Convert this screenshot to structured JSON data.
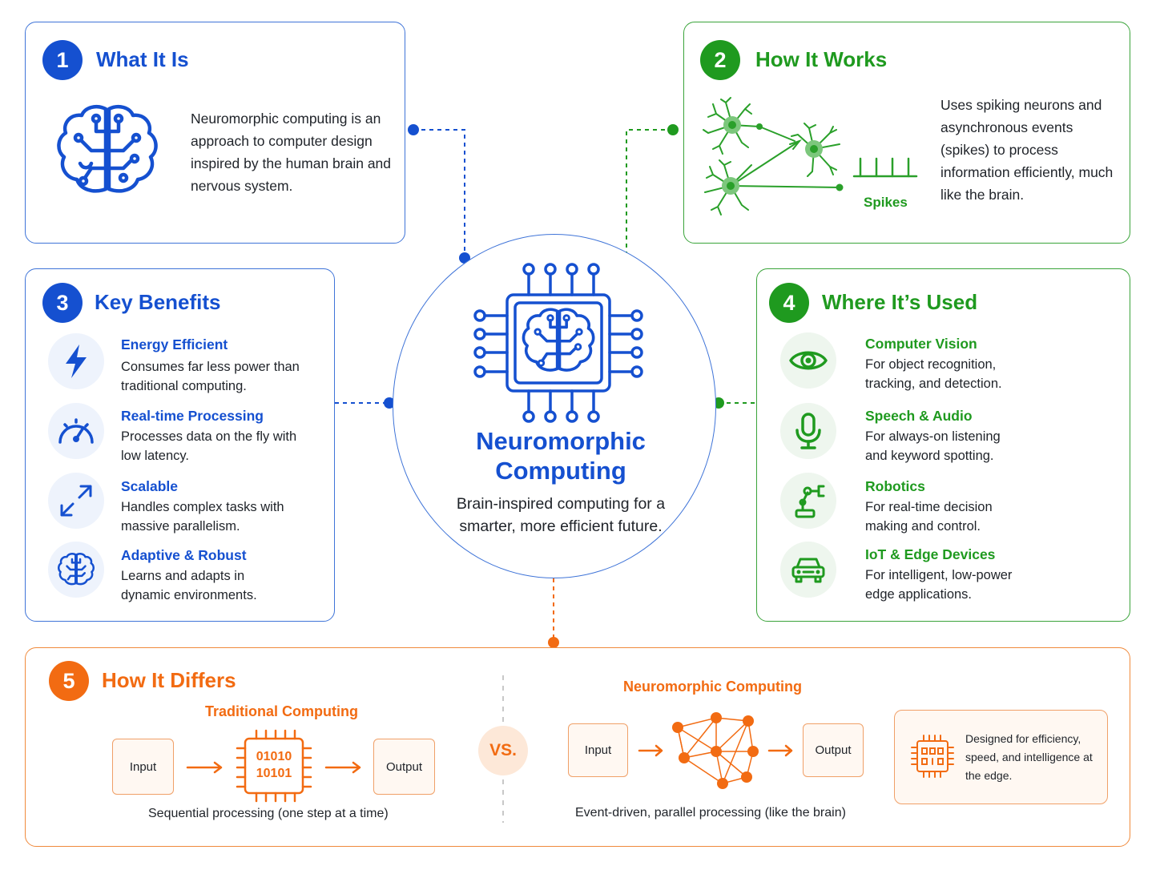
{
  "center": {
    "title": "Neuromorphic Computing",
    "subtitle": "Brain-inspired computing for a smarter, more efficient future."
  },
  "what_it_is": {
    "number": "1",
    "title": "What It Is",
    "text": "Neuromorphic computing is an approach to computer design inspired by the human brain and nervous system.",
    "icon": "brain-icon"
  },
  "how_it_works": {
    "number": "2",
    "title": "How It Works",
    "spikes_label": "Spikes",
    "text": "Uses spiking neurons and asynchronous events (spikes) to process information efficiently, much like the brain.",
    "icon": "neuron-network-icon"
  },
  "key_benefits": {
    "number": "3",
    "title": "Key Benefits",
    "items": [
      {
        "title": "Energy Efficient",
        "desc": "Consumes far less power than traditional computing.",
        "icon": "lightning-icon"
      },
      {
        "title": "Real-time Processing",
        "desc": "Processes data on the fly with low latency.",
        "icon": "speedometer-icon"
      },
      {
        "title": "Scalable",
        "desc": "Handles complex tasks with massive parallelism.",
        "icon": "expand-arrows-icon"
      },
      {
        "title": "Adaptive & Robust",
        "desc": "Learns and adapts in dynamic environments.",
        "icon": "brain-icon"
      }
    ]
  },
  "where_used": {
    "number": "4",
    "title": "Where It’s Used",
    "items": [
      {
        "title": "Computer Vision",
        "desc": "For object recognition, tracking, and detection.",
        "icon": "eye-icon"
      },
      {
        "title": "Speech & Audio",
        "desc": "For always-on listening and keyword spotting.",
        "icon": "microphone-icon"
      },
      {
        "title": "Robotics",
        "desc": "For real-time decision making and control.",
        "icon": "robot-arm-icon"
      },
      {
        "title": "IoT & Edge Devices",
        "desc": "For intelligent, low-power edge applications.",
        "icon": "car-icon"
      }
    ]
  },
  "how_it_differs": {
    "number": "5",
    "title": "How It Differs",
    "vs_label": "VS.",
    "traditional": {
      "title": "Traditional Computing",
      "input": "Input",
      "output": "Output",
      "chip_line1": "01010",
      "chip_line2": "10101",
      "caption": "Sequential processing (one step at a time)"
    },
    "neuromorphic": {
      "title": "Neuromorphic Computing",
      "input": "Input",
      "output": "Output",
      "caption": "Event-driven, parallel processing (like the brain)"
    },
    "note": "Designed for efficiency, speed, and intelligence at the edge."
  },
  "colors": {
    "blue": "#1550d0",
    "green": "#1f9a1f",
    "orange": "#f26b12"
  }
}
